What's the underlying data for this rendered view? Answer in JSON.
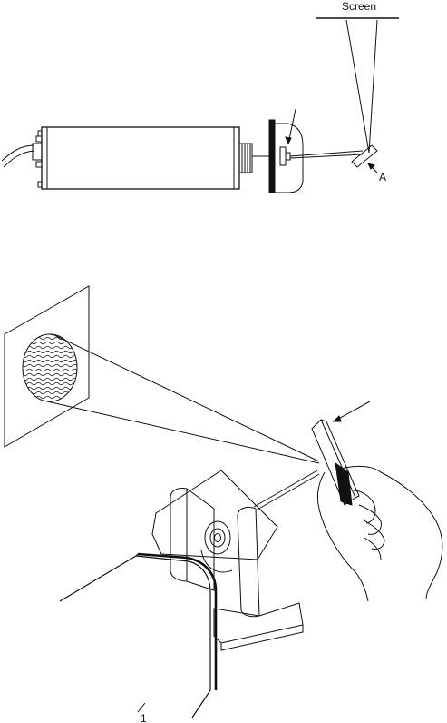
{
  "diagram": {
    "top": {
      "screen_label": "Screen",
      "mirror_label": "A"
    },
    "bottom": {
      "base_label": "1"
    }
  }
}
